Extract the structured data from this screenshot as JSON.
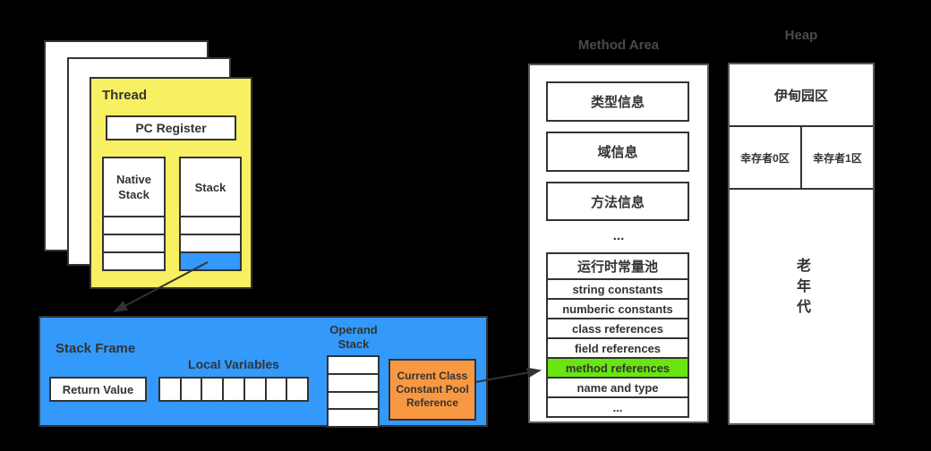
{
  "colors": {
    "background": "#000000",
    "yellow": "#F7F062",
    "blue": "#3399FB",
    "orange": "#F89843",
    "green": "#69E512",
    "border": "#333333",
    "title_gray": "#4A4A4A"
  },
  "thread": {
    "title": "Thread",
    "pc_register_label": "PC Register",
    "native_stack_label": "Native Stack",
    "stack_label": "Stack"
  },
  "stack_frame": {
    "title": "Stack Frame",
    "return_value_label": "Return Value",
    "local_variables_label": "Local Variables",
    "operand_stack_label": "Operand Stack",
    "constant_pool_reference_label": "Current Class Constant Pool Reference"
  },
  "method_area": {
    "title": "Method Area",
    "type_info": "类型信息",
    "field_info": "域信息",
    "method_info": "方法信息",
    "ellipsis": "...",
    "runtime_pool": {
      "header": "运行时常量池",
      "rows": [
        "string constants",
        "numberic constants",
        "class references",
        "field references",
        "method references",
        "name and type",
        "..."
      ],
      "highlighted_row": "method references"
    }
  },
  "heap": {
    "title": "Heap",
    "eden": "伊甸园区",
    "survivor0": "幸存者0区",
    "survivor1": "幸存者1区",
    "old_generation": "老年代"
  }
}
